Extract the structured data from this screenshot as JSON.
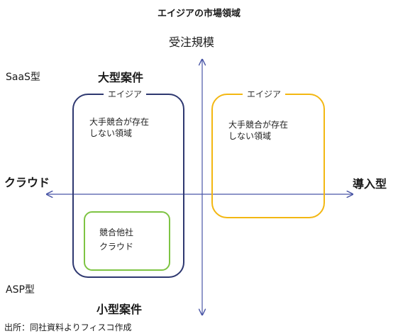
{
  "title": "エイジアの市場領域",
  "axes": {
    "top": "受注規模",
    "right": "導入型",
    "left": "クラウド"
  },
  "side_labels": {
    "saas": "SaaS型",
    "asp": "ASP型"
  },
  "quadrant_labels": {
    "top": "大型案件",
    "bottom": "小型案件"
  },
  "boxes": {
    "left": {
      "title": "エイジア",
      "line1": "大手競合が存在",
      "line2": "しない領域",
      "color": "#2e3870"
    },
    "right": {
      "title": "エイジア",
      "line1": "大手競合が存在",
      "line2": "しない領域",
      "color": "#f3b712"
    },
    "competitor": {
      "line1": "競合他社",
      "line2": "クラウド",
      "color": "#7ec443"
    }
  },
  "axis_color": "#4a56a6",
  "source": "出所：同社資料よりフィスコ作成"
}
